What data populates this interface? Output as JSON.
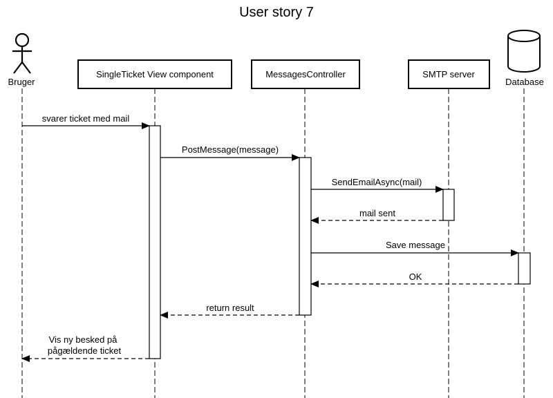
{
  "title": "User story 7",
  "participants": {
    "bruger": {
      "label": "Bruger",
      "kind": "actor"
    },
    "view": {
      "label": "SingleTicket View component",
      "kind": "component"
    },
    "controller": {
      "label": "MessagesController",
      "kind": "component"
    },
    "smtp": {
      "label": "SMTP server",
      "kind": "component"
    },
    "database": {
      "label": "Database",
      "kind": "database"
    }
  },
  "messages": {
    "m1": {
      "label": "svarer ticket med mail",
      "from": "bruger",
      "to": "view",
      "style": "solid"
    },
    "m2": {
      "label": "PostMessage(message)",
      "from": "view",
      "to": "controller",
      "style": "solid"
    },
    "m3": {
      "label": "SendEmailAsync(mail)",
      "from": "controller",
      "to": "smtp",
      "style": "solid"
    },
    "m4": {
      "label": "mail sent",
      "from": "smtp",
      "to": "controller",
      "style": "dashed"
    },
    "m5": {
      "label": "Save message",
      "from": "controller",
      "to": "database",
      "style": "solid"
    },
    "m6": {
      "label": "OK",
      "from": "database",
      "to": "controller",
      "style": "dashed"
    },
    "m7": {
      "label": "return result",
      "from": "controller",
      "to": "view",
      "style": "dashed"
    },
    "m8": {
      "line1": "Vis ny besked på",
      "line2": "pågældende ticket",
      "from": "view",
      "to": "bruger",
      "style": "dashed"
    }
  }
}
